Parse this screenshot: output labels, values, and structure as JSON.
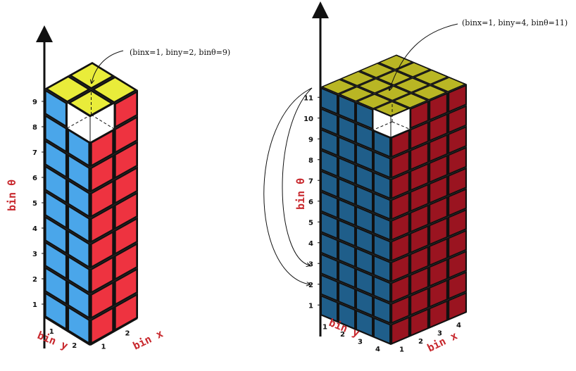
{
  "left_figure": {
    "callout": "(binx=1, biny=2, binθ=9)",
    "y_ticks": [
      "1",
      "2",
      "3",
      "4",
      "5",
      "6",
      "7",
      "8",
      "9"
    ],
    "biny_ticks": [
      "1",
      "2"
    ],
    "binx_ticks": [
      "1",
      "2"
    ],
    "axis_theta": "bin θ",
    "axis_y": "bin y",
    "axis_x": "bin x",
    "grid": {
      "nx": 2,
      "ny": 2,
      "ntheta": 9
    },
    "highlight": {
      "binx": 1,
      "biny": 2,
      "bintheta": 9
    },
    "colors": {
      "left_face": "#4aa6ea",
      "right_face": "#ee3340",
      "top_face": "#e9ec3a"
    }
  },
  "right_figure": {
    "callout": "(binx=1, biny=4, binθ=11)",
    "y_ticks": [
      "1",
      "2",
      "3",
      "4",
      "5",
      "6",
      "7",
      "8",
      "9",
      "10",
      "11"
    ],
    "biny_ticks": [
      "1",
      "2",
      "3",
      "4"
    ],
    "binx_ticks": [
      "1",
      "2",
      "3",
      "4"
    ],
    "axis_theta": "bin θ",
    "axis_y": "bin y",
    "axis_x": "bin x",
    "grid": {
      "nx": 4,
      "ny": 4,
      "ntheta": 11
    },
    "highlight": {
      "binx": 1,
      "biny": 4,
      "bintheta": 11
    },
    "colors": {
      "left_face": "#1f5e8a",
      "right_face": "#9a1420",
      "top_face": "#b9b624"
    }
  }
}
